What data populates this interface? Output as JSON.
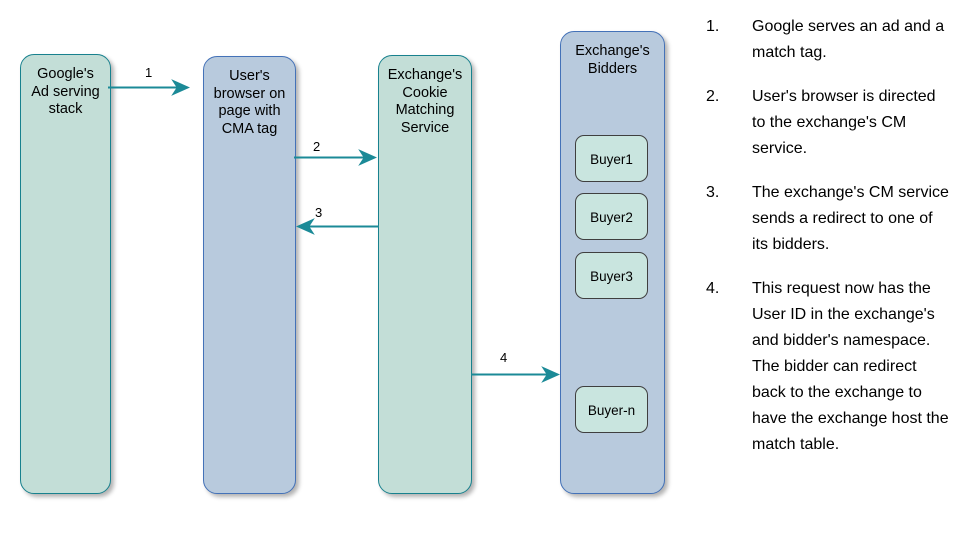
{
  "diagram": {
    "lanes": [
      {
        "id": "google",
        "title": "Google's\nAd serving\nstack",
        "fill": "#c3ded7",
        "stroke": "#18818e"
      },
      {
        "id": "browser",
        "title": "User's\nbrowser on\npage with\nCMA tag",
        "fill": "#b8cadd",
        "stroke": "#4472b8"
      },
      {
        "id": "cms",
        "title": "Exchange's\nCookie\nMatching\nService",
        "fill": "#c3ded7",
        "stroke": "#18818e"
      },
      {
        "id": "bidders",
        "title": "Exchange's\nBidders",
        "fill": "#b8cadd",
        "stroke": "#4472b8"
      }
    ],
    "buyers": [
      {
        "id": "buyer-1",
        "label": "Buyer1"
      },
      {
        "id": "buyer-2",
        "label": "Buyer2"
      },
      {
        "id": "buyer-3",
        "label": "Buyer3"
      },
      {
        "id": "buyer-n",
        "label": "Buyer-n"
      }
    ],
    "arrows": [
      {
        "id": "arrow-1",
        "label": "1",
        "from": "google",
        "to": "browser",
        "direction": "right"
      },
      {
        "id": "arrow-2",
        "label": "2",
        "from": "browser",
        "to": "cms",
        "direction": "right"
      },
      {
        "id": "arrow-3",
        "label": "3",
        "from": "cms",
        "to": "browser",
        "direction": "left"
      },
      {
        "id": "arrow-4",
        "label": "4",
        "from": "cms",
        "to": "bidders",
        "direction": "right"
      }
    ],
    "arrow_color": "#1b8a97"
  },
  "steps": [
    {
      "num": "1.",
      "text": "Google serves an ad and a match tag."
    },
    {
      "num": "2.",
      "text": "User's browser is directed to the exchange's CM service."
    },
    {
      "num": "3.",
      "text": "The exchange's CM service sends a redirect to one of its bidders."
    },
    {
      "num": "4.",
      "text": "This request now has the User ID in the exchange's and bidder's namespace. The bidder can redirect back to the exchange to have the exchange host the match table."
    }
  ]
}
